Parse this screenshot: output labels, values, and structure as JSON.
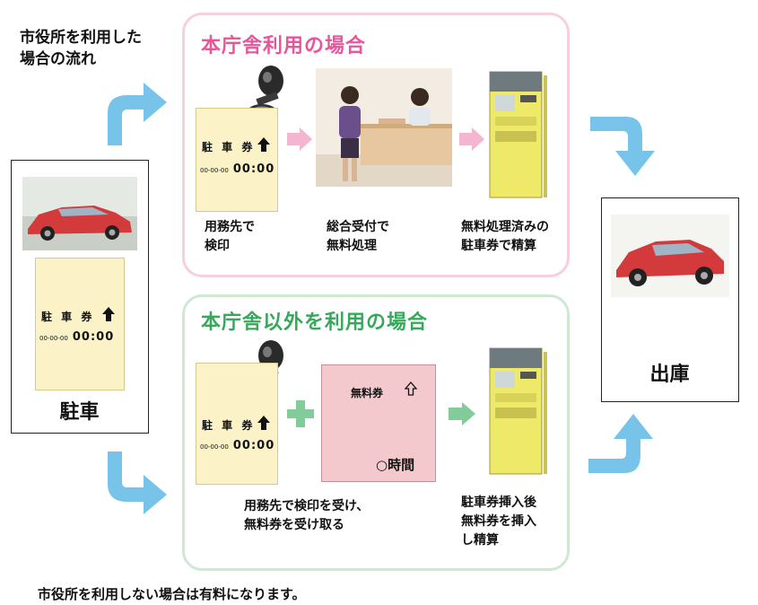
{
  "intro": {
    "line1": "市役所を利用した",
    "line2": "場合の流れ"
  },
  "parking": {
    "label": "駐車",
    "ticket_label": "駐 車 券",
    "ticket_time_small": "00-00-00",
    "ticket_time_big": "00:00"
  },
  "main_office": {
    "title": "本庁舎利用の場合",
    "step1": {
      "line1": "用務先で",
      "line2": "検印"
    },
    "step2": {
      "line1": "総合受付で",
      "line2": "無料処理"
    },
    "step3": {
      "line1": "無料処理済みの",
      "line2": "駐車券で精算"
    }
  },
  "other_office": {
    "title": "本庁舎以外を利用の場合",
    "free_ticket_label": "無料券",
    "free_ticket_hours": "○時間",
    "step1": {
      "line1": "用務先で検印を受け、",
      "line2": "無料券を受け取る"
    },
    "step2": {
      "line1": "駐車券挿入後",
      "line2": "無料券を挿入",
      "line3": "し精算"
    }
  },
  "exit": {
    "label": "出庫"
  },
  "footer": {
    "note": "市役所を利用しない場合は有料になります。"
  },
  "colors": {
    "pink_border": "#f6cfe0",
    "pink_title": "#e8559a",
    "green_border": "#cfe8d4",
    "green_title": "#35a85a",
    "blue_arrow": "#78c3ea",
    "pink_arrow": "#f5b4cf",
    "green_arrow": "#82cc9a",
    "ticket": "#fbf2c8",
    "free_ticket": "#f3c9ce",
    "machine": "#efe96a"
  }
}
